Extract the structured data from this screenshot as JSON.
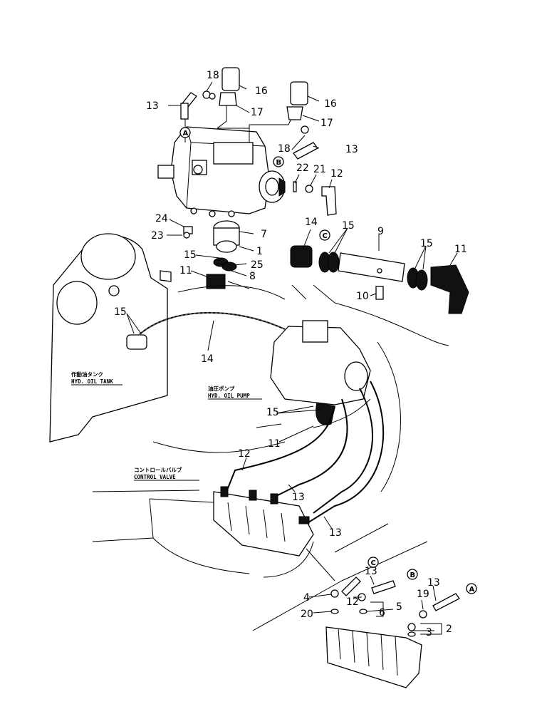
{
  "part_numbers": {
    "n18a": "18",
    "n16a": "16",
    "n16b": "16",
    "n13a": "13",
    "n17a": "17",
    "n17b": "17",
    "n18b": "18",
    "n13b": "13",
    "n22": "22",
    "n21": "21",
    "n12a": "12",
    "n14a": "14",
    "n15a": "15",
    "n9": "9",
    "n15b": "15",
    "n11a": "11",
    "n24": "24",
    "n7": "7",
    "n23": "23",
    "n1": "1",
    "n15c": "15",
    "n25": "25",
    "n11b": "11",
    "n8": "8",
    "n10": "10",
    "n15d": "15",
    "n14b": "14",
    "n15e": "15",
    "n11c": "11",
    "n12b": "12",
    "n13c": "13",
    "n13d": "13",
    "n13e": "13",
    "n13f": "13",
    "n4": "4",
    "n12c": "12",
    "n5": "5",
    "n20": "20",
    "n6": "6",
    "n19": "19",
    "n2": "2",
    "n3": "3"
  },
  "circle_refs": {
    "a1": "A",
    "b1": "B",
    "c1": "C",
    "c2": "C",
    "b2": "B",
    "a2": "A"
  },
  "labels": {
    "tank_jp": "作動油タンク",
    "tank_en": "HYD. OIL TANK",
    "pump_jp": "油圧ポンプ",
    "pump_en": "HYD. OIL PUMP",
    "valve_jp": "コントロールバルブ",
    "valve_en": "CONTROL VALVE"
  }
}
